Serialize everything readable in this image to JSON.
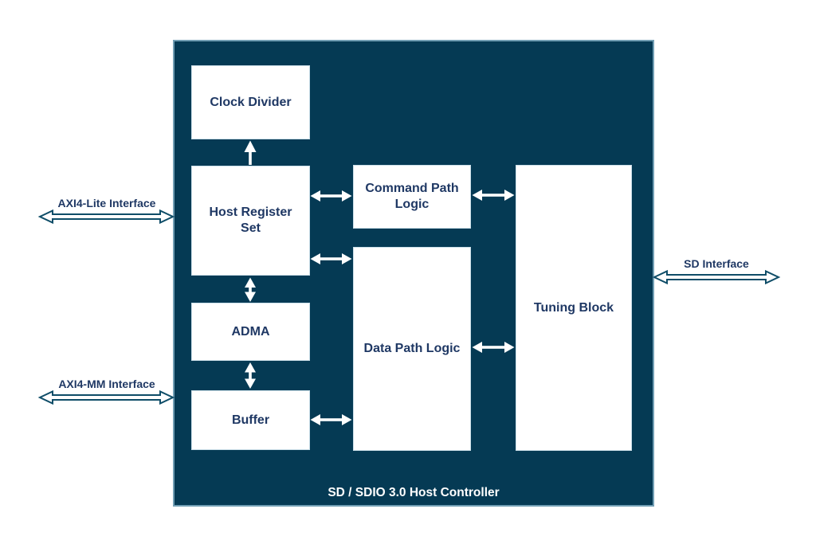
{
  "diagram": {
    "title": "SD / SDIO 3.0 Host Controller",
    "blocks": [
      {
        "id": "clock-divider",
        "label": "Clock Divider"
      },
      {
        "id": "host-register-set",
        "label": "Host Register Set"
      },
      {
        "id": "adma",
        "label": "ADMA"
      },
      {
        "id": "buffer",
        "label": "Buffer"
      },
      {
        "id": "command-path-logic",
        "label": "Command Path Logic"
      },
      {
        "id": "data-path-logic",
        "label": "Data Path Logic"
      },
      {
        "id": "tuning-block",
        "label": "Tuning Block"
      }
    ],
    "interfaces": [
      {
        "id": "axi4-lite",
        "label": "AXI4-Lite Interface"
      },
      {
        "id": "axi4-mm",
        "label": "AXI4-MM Interface"
      },
      {
        "id": "sd",
        "label": "SD Interface"
      }
    ],
    "colors": {
      "container_fill": "#053a54",
      "container_border": "#96c0d4",
      "block_fill": "#ffffff",
      "block_text": "#1f3864",
      "internal_arrow": "#ffffff",
      "interface_arrow_fill": "#ffffff",
      "interface_arrow_outline": "#0f4d68",
      "caption_text": "#ffffff"
    }
  }
}
